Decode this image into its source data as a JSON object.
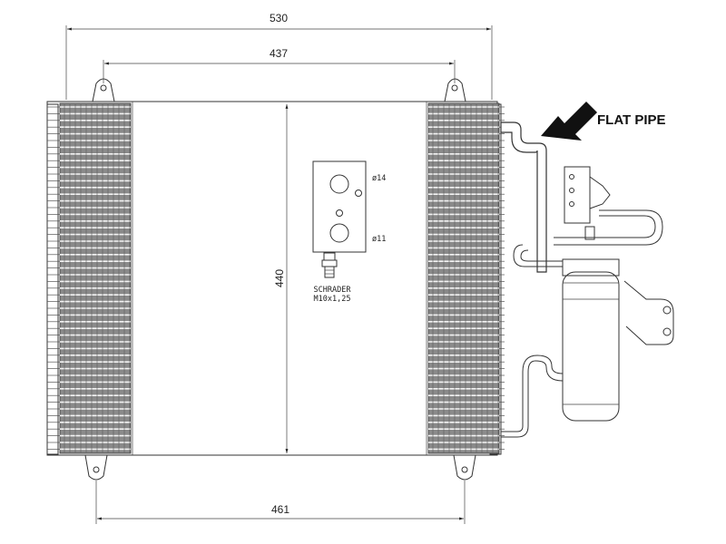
{
  "dimensions": {
    "overall_width": "530",
    "bracket_spacing_top": "437",
    "bracket_spacing_bottom": "461",
    "core_height": "440"
  },
  "port": {
    "upper_diameter": "ø14",
    "lower_diameter": "ø11",
    "valve_type": "SCHRADER",
    "valve_thread": "M10x1,25"
  },
  "callout": {
    "label": "FLAT PIPE"
  }
}
